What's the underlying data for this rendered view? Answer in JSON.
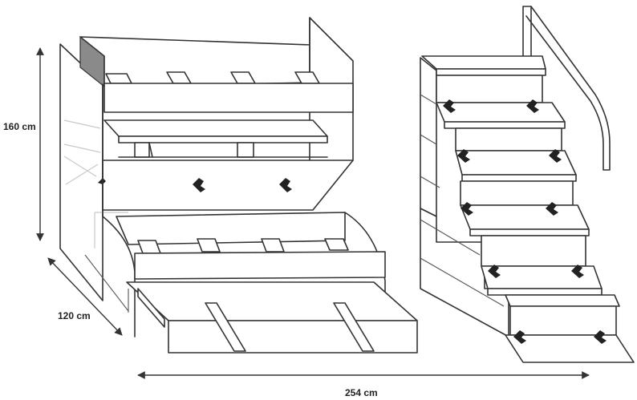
{
  "dimensions": {
    "height": "160 cm",
    "depth": "120 cm",
    "width": "254 cm"
  },
  "colors": {
    "line": "#333333",
    "accent_panel": "#8a8a8a",
    "background": "#ffffff"
  }
}
